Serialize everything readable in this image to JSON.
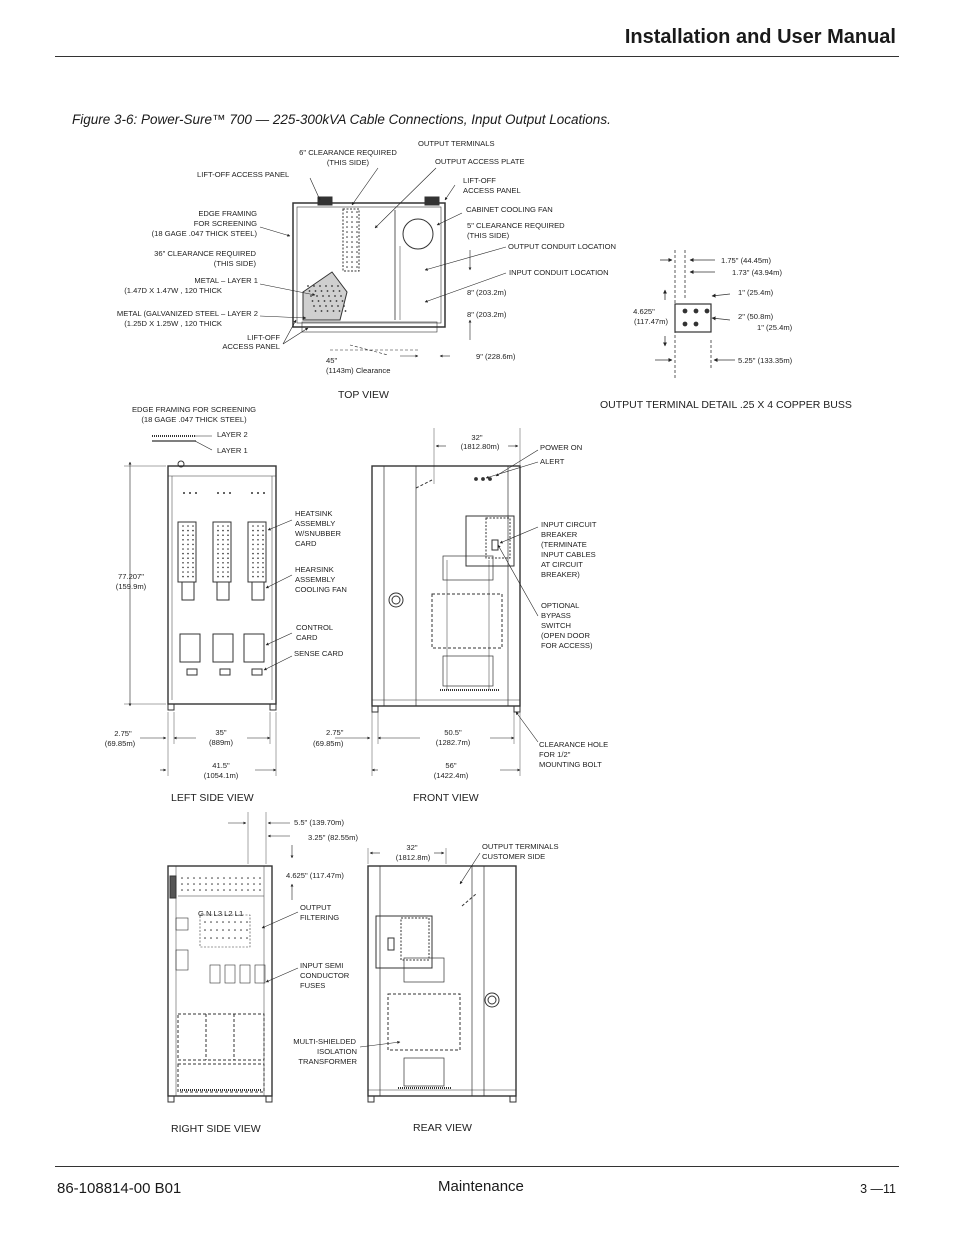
{
  "header": {
    "title": "Installation and User Manual"
  },
  "figure": {
    "caption": "Figure 3-6:  Power-Sure™ 700 — 225-300kVA Cable Connections, Input Output Locations.",
    "top_view": {
      "title": "TOP VIEW",
      "labels": {
        "output_terminals": "OUTPUT TERMINALS",
        "clearance_6": "6\" CLEARANCE REQUIRED",
        "this_side_1": "(THIS SIDE)",
        "output_access_plate": "OUTPUT ACCESS PLATE",
        "lift_off_panel": "LIFT-OFF ACCESS PANEL",
        "lift_off_r1": "LIFT-OFF",
        "lift_off_r2": "ACCESS PANEL",
        "cabinet_fan": "CABINET COOLING FAN",
        "edge1": "EDGE FRAMING",
        "edge2": "FOR SCREENING",
        "edge3": "(18 GAGE .047 THICK STEEL)",
        "clear5_1": "5\" CLEARANCE REQUIRED",
        "clear5_2": "(THIS SIDE)",
        "clear36_1": "36\" CLEARANCE REQUIRED",
        "clear36_2": "(THIS SIDE)",
        "output_conduit": "OUTPUT CONDUIT LOCATION",
        "input_conduit": "INPUT CONDUIT LOCATION",
        "metal1_1": "METAL –  LAYER 1",
        "metal1_2": "(1.47D X 1.47W , 120 THICK",
        "dim8a": "8\" (203.2m)",
        "metal2_1": "METAL (GALVANIZED STEEL –  LAYER 2",
        "metal2_2": "(1.25D X 1.25W , 120 THICK",
        "dim8b": "8\" (203.2m)",
        "lift_bottom_1": "LIFT-OFF",
        "lift_bottom_2": "ACCESS PANEL",
        "dim9": "9\" (228.6m)",
        "dim45_1": "45\"",
        "dim45_2": "(1143m) Clearance"
      }
    },
    "terminal_detail": {
      "title": "OUTPUT TERMINAL DETAIL .25 X 4 COPPER BUSS",
      "labels": {
        "d175": "1.75\" (44.45m)",
        "d173": "1.73\" (43.94m)",
        "d1a": "1\" (25.4m)",
        "d4625_1": "4.625\"",
        "d4625_2": "(117.47m)",
        "d2": "2\" (50.8m)",
        "d1b": "1\" (25.4m)",
        "d525": "5.25\" (133.35m)"
      }
    },
    "left_side_view": {
      "title": "LEFT SIDE VIEW",
      "labels": {
        "edge1": "EDGE FRAMING FOR SCREENING",
        "edge2": "(18 GAGE .047 THICK STEEL)",
        "layer2": "LAYER 2",
        "layer1": "LAYER 1",
        "hs1": "HEATSINK",
        "hs2": "ASSEMBLY",
        "hs3": "W/SNUBBER",
        "hs4": "CARD",
        "hf1": "HEARSINK",
        "hf2": "ASSEMBLY",
        "hf3": "COOLING FAN",
        "height1": "77.207\"",
        "height2": "(159.9m)",
        "cc1": "CONTROL",
        "cc2": "CARD",
        "sense": "SENSE CARD",
        "d275a_1": "2.75\"",
        "d275a_2": "(69.85m)",
        "d35_1": "35\"",
        "d35_2": "(889m)",
        "d415_1": "41.5\"",
        "d415_2": "(1054.1m)"
      }
    },
    "front_view": {
      "title": "FRONT VIEW",
      "labels": {
        "d32_1": "32\"",
        "d32_2": "(1812.80m)",
        "power_on": "POWER ON",
        "alert": "ALERT",
        "icb1": "INPUT CIRCUIT",
        "icb2": "BREAKER",
        "icb3": "(TERMINATE",
        "icb4": "INPUT CABLES",
        "icb5": "AT CIRCUIT",
        "icb6": "BREAKER)",
        "ob1": "OPTIONAL",
        "ob2": "BYPASS",
        "ob3": "SWITCH",
        "ob4": "(OPEN DOOR",
        "ob5": "FOR ACCESS)",
        "d275_1": "2.75\"",
        "d275_2": "(69.85m)",
        "d505_1": "50.5\"",
        "d505_2": "(1282.7m)",
        "d56_1": "56\"",
        "d56_2": "(1422.4m)",
        "ch1": "CLEARANCE HOLE",
        "ch2": "FOR 1/2\"",
        "ch3": "MOUNTING BOLT"
      }
    },
    "right_side_view": {
      "title": "RIGHT SIDE VIEW",
      "labels": {
        "d55": "5.5\" (139.70m)",
        "d325": "3.25\" (82.55m)",
        "d4625": "4.625\" (117.47m)",
        "terminals": "G    N   L3   L2   L1",
        "of1": "OUTPUT",
        "of2": "FILTERING",
        "is1": "INPUT SEMI",
        "is2": "CONDUCTOR",
        "is3": "FUSES",
        "ms1": "MULTI-SHIELDED",
        "ms2": "ISOLATION",
        "ms3": "TRANSFORMER"
      }
    },
    "rear_view": {
      "title": "REAR VIEW",
      "labels": {
        "d32_1": "32\"",
        "d32_2": "(1812.8m)",
        "ot1": "OUTPUT TERMINALS",
        "ot2": "CUSTOMER SIDE"
      }
    }
  },
  "footer": {
    "doc_number": "86-108814-00 B01",
    "section": "Maintenance",
    "page": "3 —11"
  }
}
